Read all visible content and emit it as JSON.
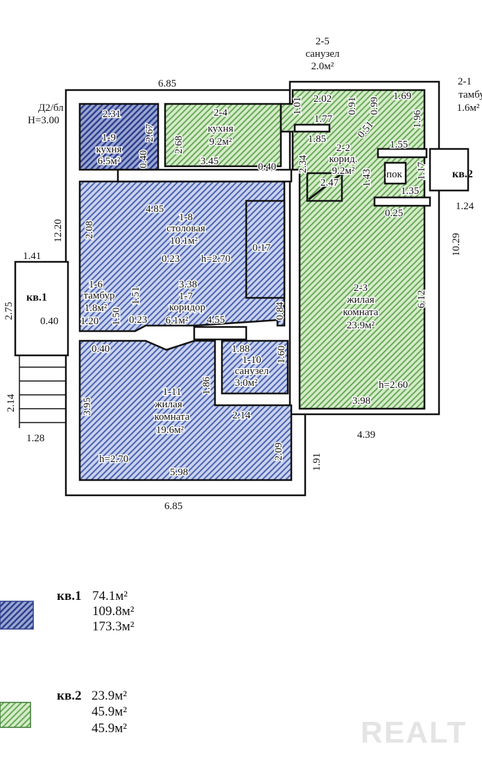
{
  "header": {
    "building_code": "Д2/бл",
    "height": "H=3.00"
  },
  "colors": {
    "apartment1": "#3b4f9a",
    "apartment2": "#7dbb6a"
  },
  "rooms": [
    {
      "number": "1-9",
      "name": "кухня",
      "area": "6.5м²"
    },
    {
      "number": "2-4",
      "name": "кухня",
      "area": "9.2м²"
    },
    {
      "number": "2-5",
      "name": "санузел",
      "area": "2.0м²"
    },
    {
      "number": "2-1",
      "name": "тамбу",
      "area": "1.6м²"
    },
    {
      "number": "2-2",
      "name": "корид.",
      "area": "9.2м²"
    },
    {
      "number": "2-3",
      "name": "жилая",
      "name2": "комната",
      "area": "23.9м²"
    },
    {
      "number": "1-8",
      "name": "столовая",
      "area": "10.1м²"
    },
    {
      "number": "1-6",
      "name": "тамбур",
      "area": "1.8м²"
    },
    {
      "number": "1-7",
      "name": "коридор",
      "area": "6.1м²"
    },
    {
      "number": "1-10",
      "name": "санузел",
      "area": "3.0м²"
    },
    {
      "number": "1-11",
      "name": "жилая",
      "name2": "комната",
      "area": "19.6м²"
    }
  ],
  "entrances": {
    "apt1": "кв.1",
    "apt2": "кв.2",
    "storage": "пок"
  },
  "dims": [
    "6.85",
    "2.31",
    "2.67",
    "2.68",
    "0.40",
    "3.45",
    "0.40",
    "2.34",
    "1.01",
    "2.02",
    "0.91",
    "0.99",
    "1.69",
    "1.77",
    "1.85",
    "0.51",
    "1.96",
    "1.55",
    "1.43",
    "1.17",
    "1.35",
    "2.47",
    "0.25",
    "1.24",
    "10.29",
    "4.85",
    "2.08",
    "12.20",
    "1.41",
    "0.17",
    "0.23",
    "h=2.70",
    "3.38",
    "1.51",
    "0.84",
    "2.75",
    "0.40",
    "1.20",
    "1.50",
    "0.23",
    "4.55",
    "0.40",
    "1.88",
    "1.60",
    "1.86",
    "2.14",
    "3.95",
    "2.14",
    "1.28",
    "2.09",
    "h=2.70",
    "5.98",
    "6.85",
    "1.91",
    "6.12",
    "h=2.60",
    "3.98",
    "4.39"
  ],
  "legend": [
    {
      "label": "кв.1",
      "values": [
        "74.1м²",
        "109.8м²",
        "173.3м²"
      ]
    },
    {
      "label": "кв.2",
      "values": [
        "23.9м²",
        "45.9м²",
        "45.9м²"
      ]
    }
  ],
  "watermark": "REALT"
}
